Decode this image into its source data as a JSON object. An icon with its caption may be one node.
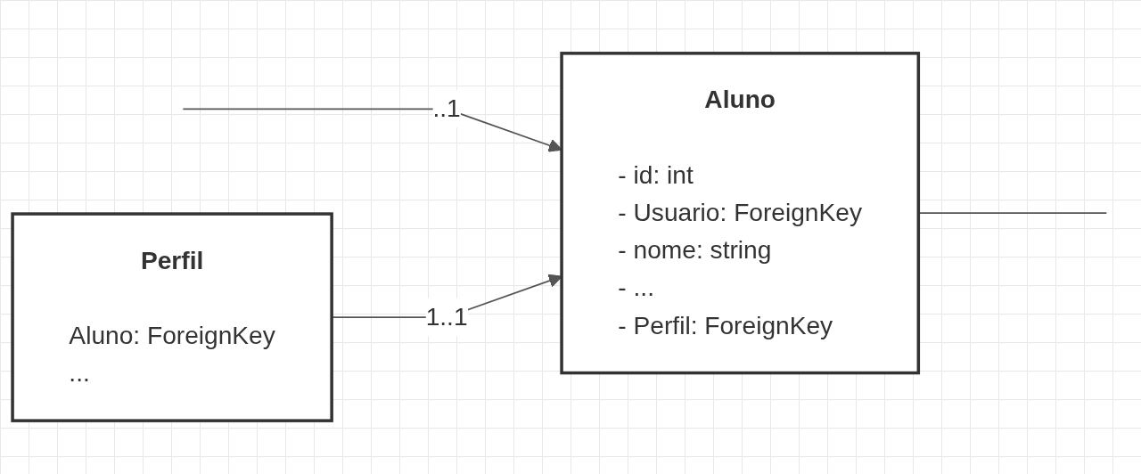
{
  "diagram": {
    "nodes": [
      {
        "text": [
          "Aluno",
          "- id: int",
          "- Usuario: ForeignKey",
          "- nome: string",
          "- ...",
          "- Perfil: ForeignKey"
        ]
      },
      {
        "text": [
          "Perfil",
          "Aluno: ForeignKey",
          "..."
        ]
      }
    ],
    "edges": [
      {
        "from": null,
        "to": 0,
        "arrow": "to",
        "label": "..1"
      },
      {
        "from": 1,
        "to": 0,
        "arrow": "to",
        "label": "1..1"
      },
      {
        "from": 0,
        "to": null,
        "arrow": "none"
      }
    ]
  }
}
